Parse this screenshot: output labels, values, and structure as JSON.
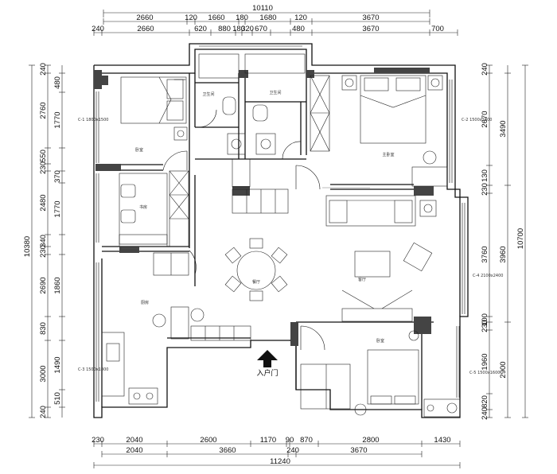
{
  "dimensions": {
    "top_total": "10110",
    "top_row1": [
      "2660",
      "120",
      "1660",
      "180",
      "1680",
      "120",
      "3670"
    ],
    "top_row2": [
      "240",
      "2660",
      "620",
      "880",
      "180",
      "320",
      "670",
      "480",
      "3670",
      "700"
    ],
    "bottom_row1": [
      "230",
      "2040",
      "2600",
      "1170",
      "90",
      "870",
      "2800",
      "1430"
    ],
    "bottom_row2": [
      "2040",
      "3660",
      "240",
      "3670"
    ],
    "bottom_total": "11240",
    "left_outer": "10380",
    "left_row1": [
      "240",
      "2760",
      "550",
      "230",
      "2480",
      "340",
      "230",
      "2690",
      "830",
      "3000",
      "240"
    ],
    "left_row2": [
      "480",
      "1770",
      "370",
      "1770",
      "1860",
      "1490",
      "510"
    ],
    "right_total": "10700",
    "right_row1": [
      "240",
      "2670",
      "130",
      "230",
      "3760",
      "100",
      "230",
      "1960",
      "820",
      "240"
    ],
    "right_row2": [
      "3490",
      "3960",
      "2900"
    ]
  },
  "rooms": {
    "bedroom_nw": "卧室",
    "study": "书房",
    "bath1": "卫生间",
    "bath2": "卫生间",
    "master_bedroom": "主卧室",
    "dining": "餐厅",
    "living": "客厅",
    "kitchen": "厨房",
    "bedroom_se": "卧室"
  },
  "window_tags": {
    "w1": "C-1 1800x1500",
    "w2": "C-2 1500x1800",
    "w3": "C-3 1500x1800",
    "w4": "C-4 2100x2400",
    "w5": "C-5 1500x1600"
  },
  "entrance": "入户门"
}
